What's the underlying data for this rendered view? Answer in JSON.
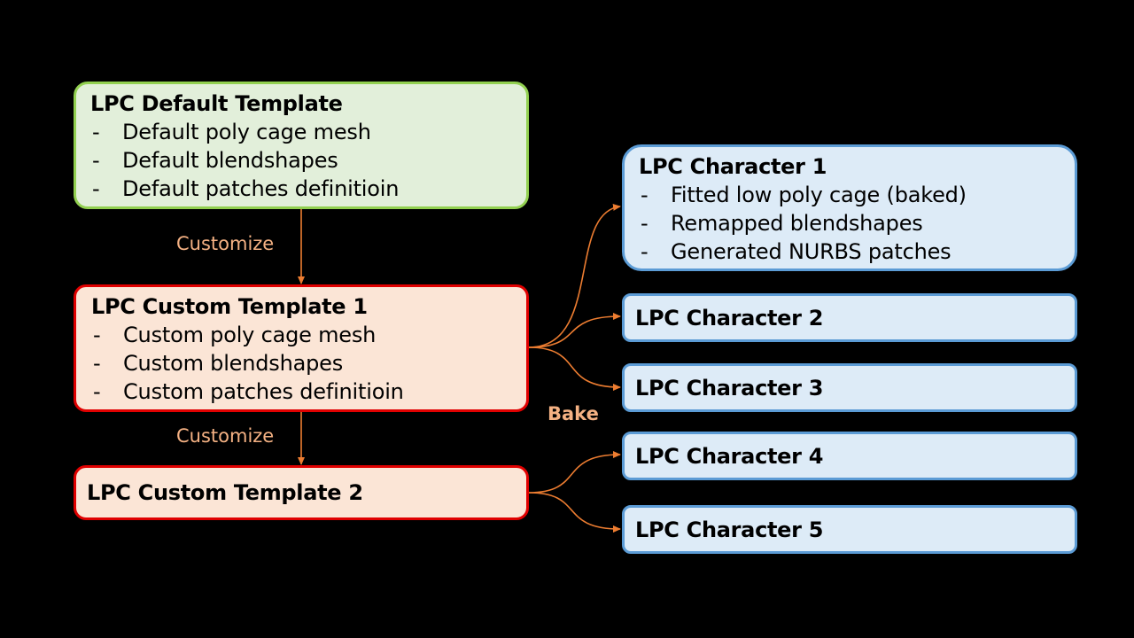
{
  "default_template": {
    "title": "LPC Default Template",
    "items": [
      "Default poly cage mesh",
      "Default blendshapes",
      "Default patches definitioin"
    ]
  },
  "custom_template_1": {
    "title": "LPC Custom Template 1",
    "items": [
      "Custom poly cage mesh",
      "Custom blendshapes",
      "Custom patches definitioin"
    ]
  },
  "custom_template_2": {
    "title": "LPC Custom Template 2"
  },
  "character_1": {
    "title": "LPC Character 1",
    "items": [
      "Fitted low poly cage (baked)",
      "Remapped blendshapes",
      "Generated NURBS patches"
    ]
  },
  "character_2": {
    "title": "LPC Character 2"
  },
  "character_3": {
    "title": "LPC Character 3"
  },
  "character_4": {
    "title": "LPC Character 4"
  },
  "character_5": {
    "title": "LPC Character 5"
  },
  "labels": {
    "customize_1": "Customize",
    "customize_2": "Customize",
    "bake": "Bake"
  },
  "list_marker": "-",
  "colors": {
    "background": "#000000",
    "default_fill": "#e2efda",
    "default_border": "#92d050",
    "custom_fill": "#fbe5d6",
    "custom_border": "#e00000",
    "character_fill": "#ddebf7",
    "character_border": "#5b9bd5",
    "arrow": "#ed7d31",
    "label": "#f4b183"
  }
}
